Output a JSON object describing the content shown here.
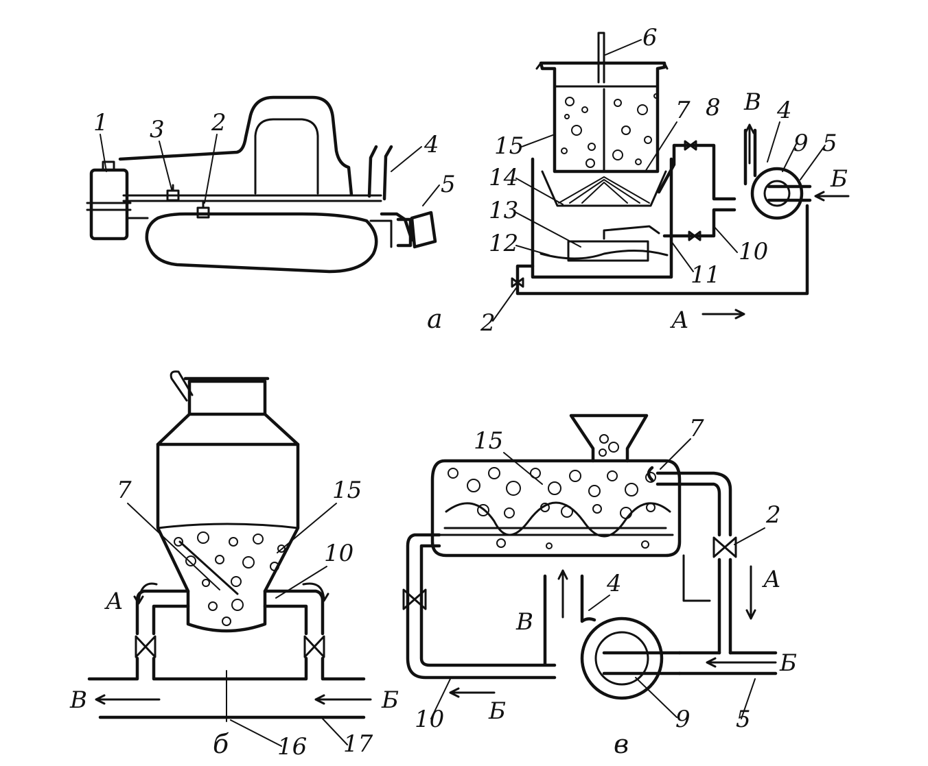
{
  "figure": {
    "ink_color": "#111111",
    "background": "#ffffff",
    "panel_a": {
      "caption": "а",
      "left_labels": {
        "n1": "1",
        "n2": "2",
        "n3": "3",
        "n4": "4",
        "n5": "5"
      },
      "right_labels": {
        "n6": "6",
        "n7": "7",
        "n8": "8",
        "n9": "9",
        "n10": "10",
        "n11": "11",
        "n12": "12",
        "n13": "13",
        "n14": "14",
        "n15": "15",
        "n2": "2",
        "n4": "4",
        "n5": "5",
        "flow_v": "В",
        "flow_b": "Б",
        "flow_a": "А"
      }
    },
    "panel_b": {
      "caption": "б",
      "labels": {
        "n7": "7",
        "n15": "15",
        "n10": "10",
        "n16": "16",
        "n17": "17",
        "flow_a": "А",
        "flow_v": "В",
        "flow_b": "Б"
      }
    },
    "panel_c": {
      "caption": "в",
      "labels": {
        "n15": "15",
        "n7": "7",
        "n2": "2",
        "n4": "4",
        "n9": "9",
        "n5": "5",
        "n10": "10",
        "flow_a": "А",
        "flow_v": "В",
        "flow_b1": "Б",
        "flow_b2": "Б"
      }
    }
  }
}
